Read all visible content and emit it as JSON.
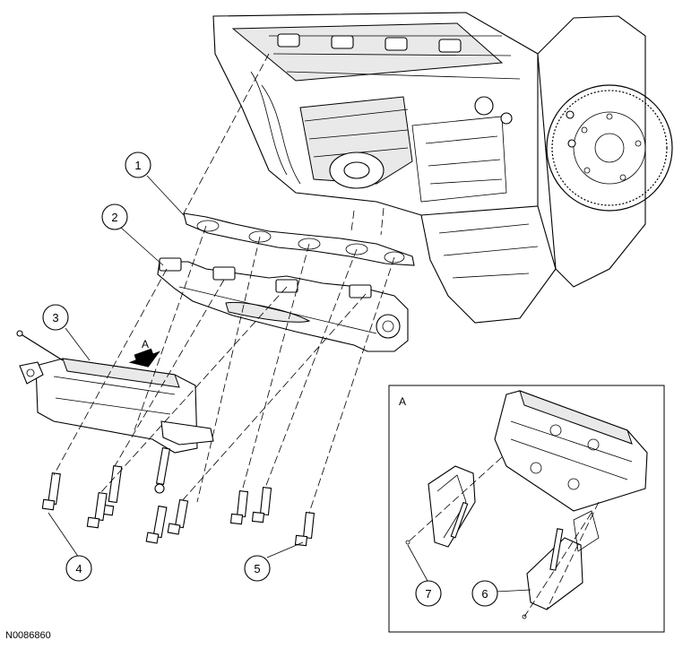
{
  "callouts": [
    {
      "id": "1",
      "label": "1"
    },
    {
      "id": "2",
      "label": "2"
    },
    {
      "id": "3",
      "label": "3"
    },
    {
      "id": "4",
      "label": "4"
    },
    {
      "id": "5",
      "label": "5"
    },
    {
      "id": "6",
      "label": "6"
    },
    {
      "id": "7",
      "label": "7"
    }
  ],
  "view_arrow_label": "A",
  "detail_view_label": "A",
  "figure_code": "N0086860"
}
